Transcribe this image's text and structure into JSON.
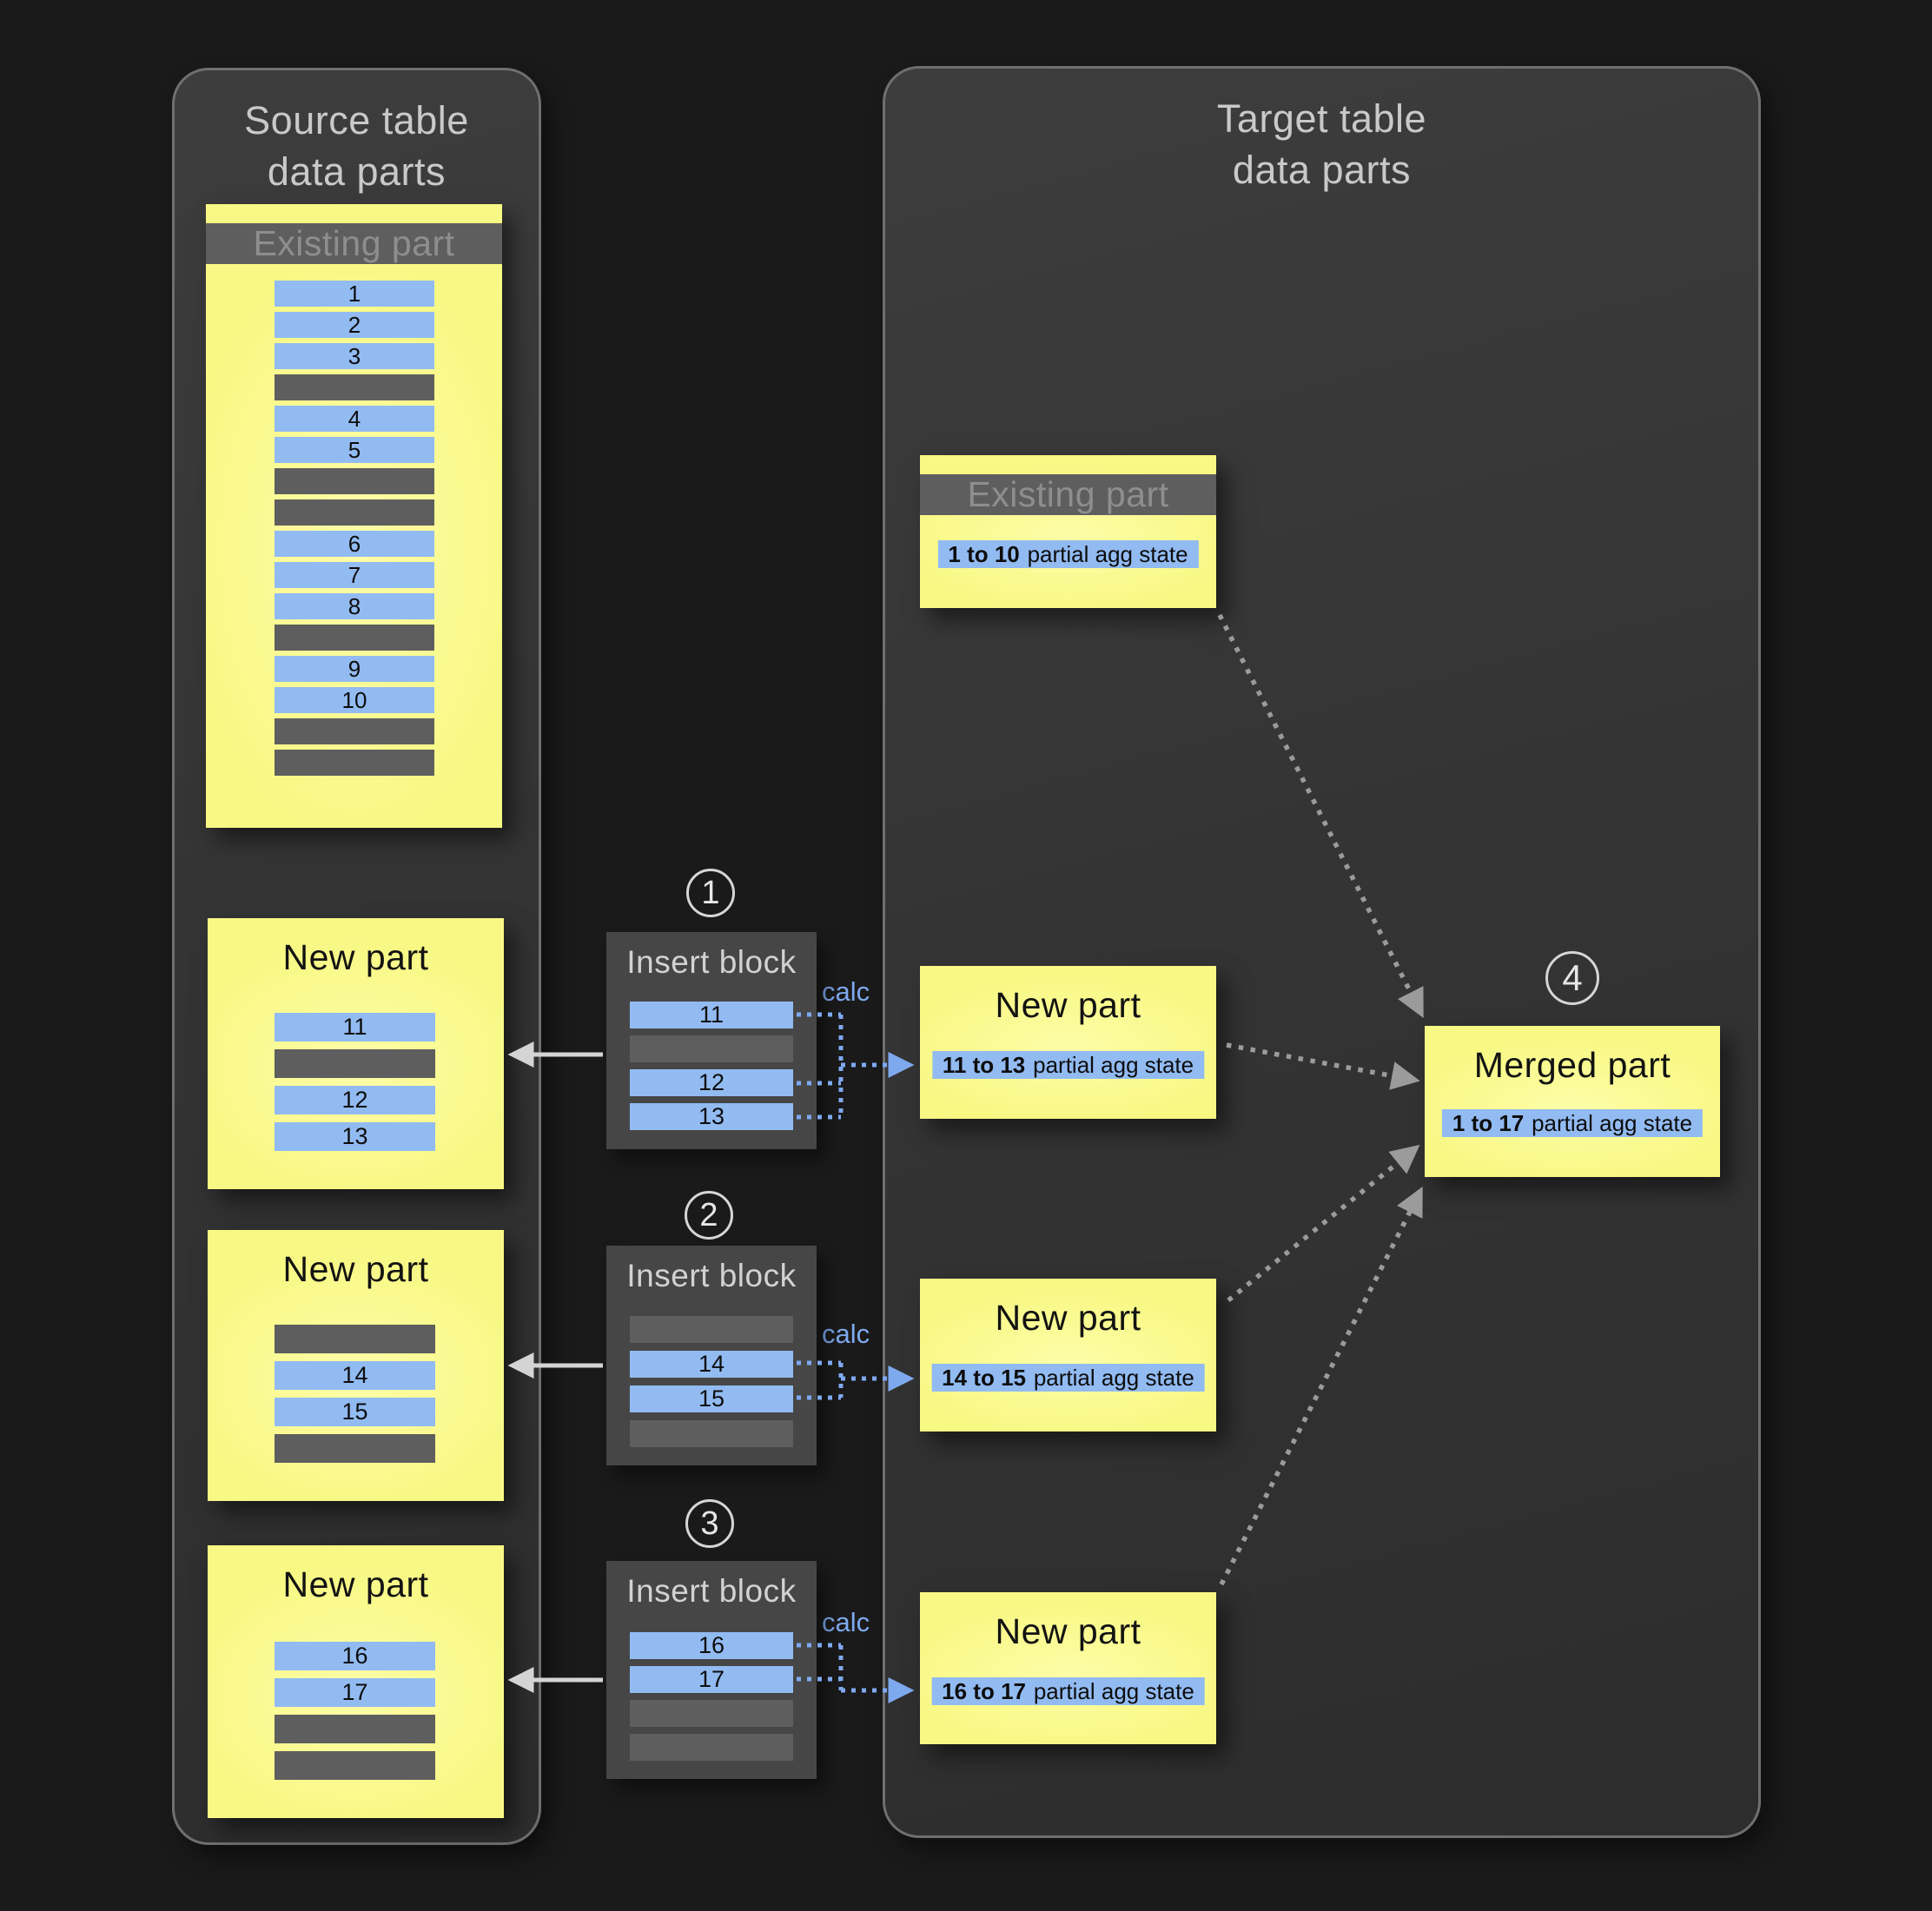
{
  "source_panel": {
    "title_line1": "Source table",
    "title_line2": "data parts",
    "existing_part": {
      "title": "Existing part",
      "rows": [
        "1",
        "2",
        "3",
        "",
        "4",
        "5",
        "",
        "",
        "6",
        "7",
        "8",
        "",
        "9",
        "10",
        "",
        ""
      ]
    },
    "new_parts": [
      {
        "title": "New part",
        "rows": [
          "11",
          "",
          "12",
          "13"
        ]
      },
      {
        "title": "New part",
        "rows": [
          "",
          "14",
          "15",
          ""
        ]
      },
      {
        "title": "New part",
        "rows": [
          "16",
          "17",
          "",
          ""
        ]
      }
    ]
  },
  "insert_blocks": [
    {
      "step": "1",
      "title": "Insert block",
      "calc_label": "calc",
      "rows": [
        "11",
        "",
        "12",
        "13"
      ]
    },
    {
      "step": "2",
      "title": "Insert block",
      "calc_label": "calc",
      "rows": [
        "",
        "14",
        "15",
        ""
      ]
    },
    {
      "step": "3",
      "title": "Insert block",
      "calc_label": "calc",
      "rows": [
        "16",
        "17",
        "",
        ""
      ]
    }
  ],
  "target_panel": {
    "title_line1": "Target table",
    "title_line2": "data parts",
    "existing_part": {
      "title": "Existing part",
      "agg_range": "1 to 10",
      "agg_suffix": "partial agg state"
    },
    "new_parts": [
      {
        "title": "New part",
        "agg_range": "11 to 13",
        "agg_suffix": "partial agg state"
      },
      {
        "title": "New part",
        "agg_range": "14 to 15",
        "agg_suffix": "partial agg state"
      },
      {
        "title": "New part",
        "agg_range": "16 to 17",
        "agg_suffix": "partial agg state"
      }
    ],
    "merged_part": {
      "step": "4",
      "title": "Merged part",
      "agg_range": "1 to 17",
      "agg_suffix": "partial agg state"
    }
  },
  "colors": {
    "page_bg": "#1a1a1a",
    "panel_bg": "#363636",
    "part_yellow": "#f8f884",
    "row_blue": "#92bbf2",
    "row_gray": "#5e5e5e",
    "calc_blue": "#7fa9ef",
    "arrow_gray": "#9b9b9b",
    "arrow_light": "#d4d4d4"
  }
}
